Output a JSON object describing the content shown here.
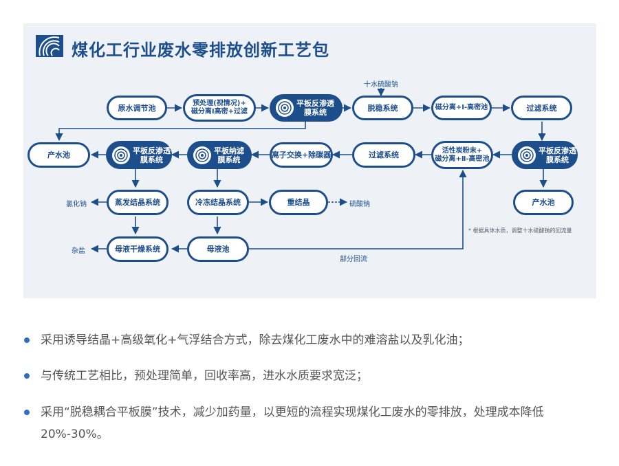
{
  "title": "煤化工行业废水零排放创新工艺包",
  "nodes": {
    "n1": "原水调节池",
    "n2": "预处理(视情况)+\n磁分离Ⅰ高密+过滤",
    "n3": "平板反渗透\n膜系统",
    "n4": "脱稳系统",
    "n5": "磁分离+Ⅰ-高密池",
    "n6": "过滤系统",
    "n7": "平板反渗透\n膜系统",
    "n8": "活性炭粉末+\n磁分离+Ⅱ-高密池",
    "n9": "过滤系统",
    "n10": "离子交换+除碳器",
    "n11": "平板纳滤\n膜系统",
    "n12": "平板反渗透\n膜系统",
    "n13": "产水池",
    "n14": "产水池",
    "n15": "蒸发结晶系统",
    "n16": "冷冻结晶系统",
    "n17": "重结晶",
    "n18": "母液干燥系统",
    "n19": "母液池"
  },
  "labels": {
    "reagent": "十水硫酸钠",
    "nacl": "氯化钠",
    "na2so4": "硫酸钠",
    "impurity": "杂盐",
    "recycle": "部分回流",
    "note": "* 根据具体水质，调整十水硫酸钠的回流量"
  },
  "bullets": [
    "采用诱导结晶+高级氧化+气浮结合方式，除去煤化工废水中的难溶盐以及乳化油；",
    "与传统工艺相比，预处理简单，回收率高，进水水质要求宽泛；",
    "采用“脱稳耦合平板膜”技术，减少加药量，以更短的流程实现煤化工废水的零排放，处理成本降低20%-30%。"
  ],
  "colors": {
    "primary": "#1d4e8c",
    "panel_bg": "#eef2f6",
    "bullet_dot": "#2e6fbf",
    "body_text": "#555555"
  },
  "icons": [
    "logo-icon",
    "membrane-disc-icon",
    "bullet-dot-icon"
  ]
}
